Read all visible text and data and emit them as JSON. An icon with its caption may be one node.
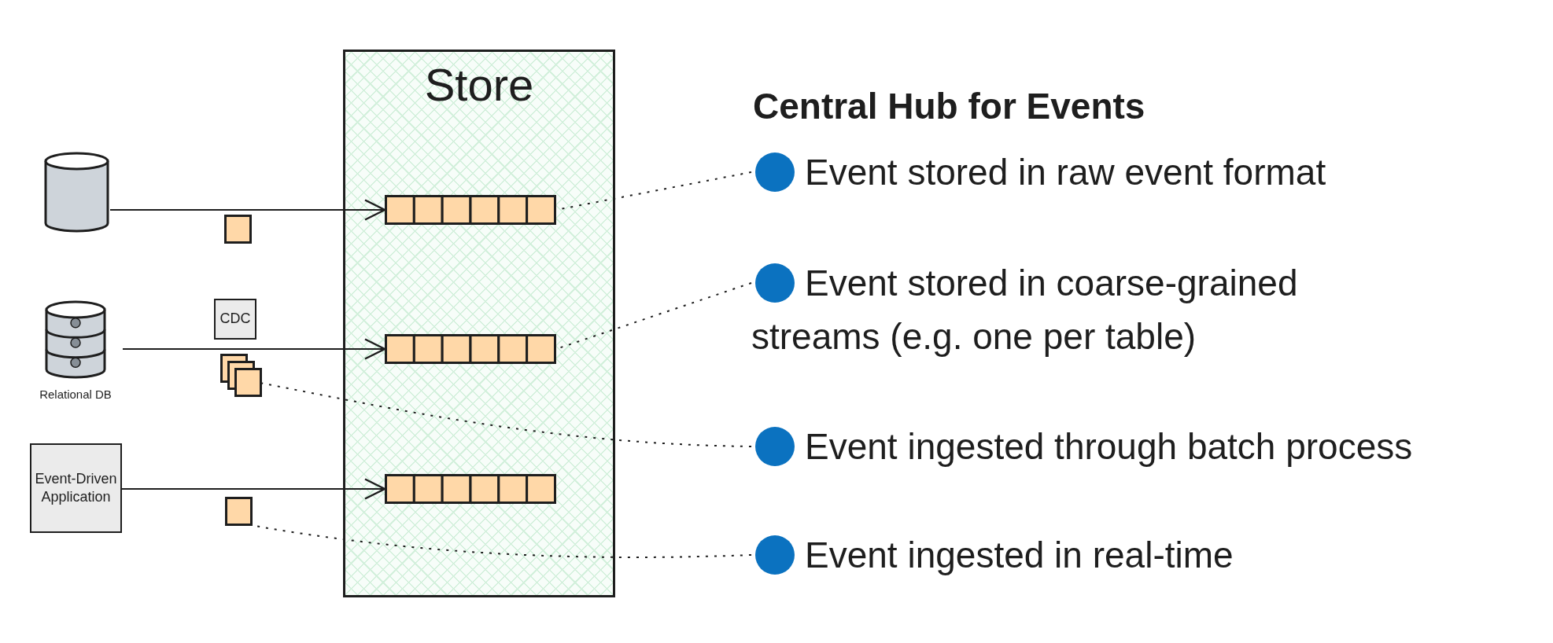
{
  "diagram": {
    "title": "Central Hub for Events",
    "nodes": [
      {
        "text": [
          "Store"
        ]
      },
      {
        "text": [],
        "shape": "bar",
        "in": 0
      },
      {
        "text": [],
        "shape": "bar",
        "in": 0
      },
      {
        "text": [],
        "shape": "bar",
        "in": 0
      },
      {
        "text": [],
        "shape": "cylinder"
      },
      {
        "text": [
          "Relational DB"
        ]
      },
      {
        "text": [
          "Event-Driven Application"
        ]
      },
      {
        "text": [
          "CDC"
        ]
      },
      {
        "text": [],
        "shape": "box"
      },
      {
        "text": [],
        "shape": "box"
      },
      {
        "text": [],
        "shape": "box"
      },
      {
        "text": [
          "Event stored in raw event format"
        ]
      },
      {
        "text": [
          "Event stored in coarse-grained streams (e.g. one per table)"
        ]
      },
      {
        "text": [
          "Event ingested through batch process"
        ]
      },
      {
        "text": [
          "Event ingested in real-time"
        ]
      }
    ],
    "edges": [
      {
        "from": 4,
        "to": 1,
        "arrow": "to"
      },
      {
        "from": 5,
        "to": 2,
        "arrow": "to"
      },
      {
        "from": 6,
        "to": 3,
        "arrow": "to"
      },
      {
        "from": 11,
        "to": 1,
        "arrow": "none",
        "style": "dashed"
      },
      {
        "from": 12,
        "to": 2,
        "arrow": "none",
        "style": "dashed"
      },
      {
        "from": 13,
        "to": 9,
        "arrow": "none",
        "style": "dashed"
      },
      {
        "from": 14,
        "to": 10,
        "arrow": "none",
        "style": "dashed"
      }
    ]
  }
}
